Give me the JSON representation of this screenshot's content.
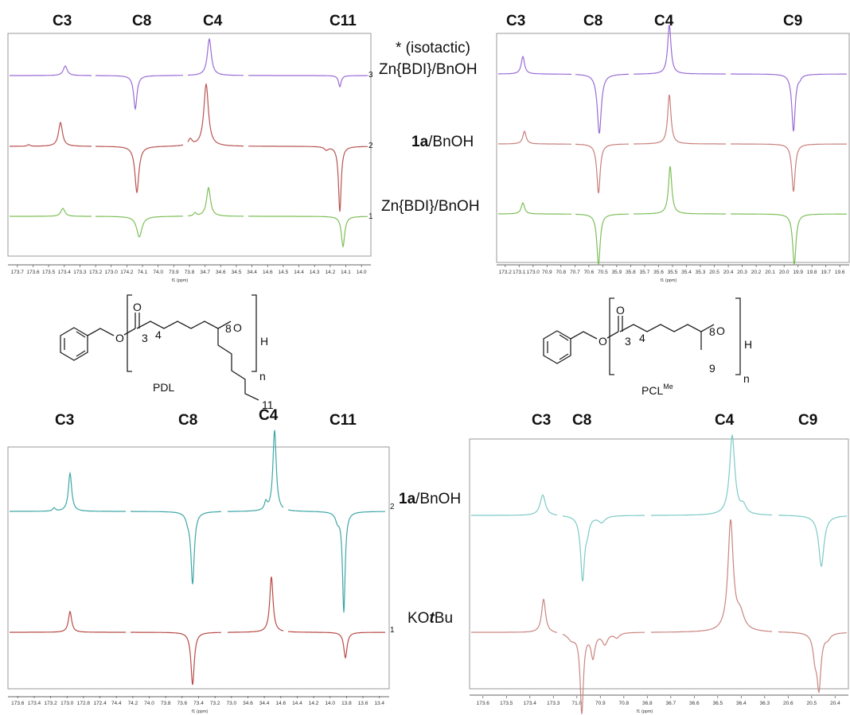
{
  "panels": [
    {
      "id": "tl",
      "headers": [
        "C3",
        "C8",
        "C4",
        "C11"
      ],
      "ticks": [
        "173.7",
        "173.6",
        "173.5",
        "173.4",
        "173.3",
        "173.2",
        "173.0",
        "174.2",
        "74.1",
        "74.0",
        "73.9",
        "73.8",
        "34.7",
        "34.6",
        "34.5",
        "34.4",
        "14.6",
        "14.5",
        "14.4",
        "14.3",
        "14.2",
        "14.1",
        "14.0"
      ],
      "unit": "f1 (ppm)",
      "spectra": [
        {
          "color": "#9b6cd6",
          "label_parts": [
            {
              "t": "* (isotactic)",
              "b": false
            }
          ],
          "label2_parts": [
            {
              "t": "Zn{BDI}/BnOH",
              "b": false
            }
          ],
          "trace_no": "3"
        },
        {
          "color": "#b95452",
          "label_parts": [
            {
              "t": "1a",
              "b": true
            },
            {
              "t": "/BnOH",
              "b": false
            }
          ],
          "trace_no": "2"
        },
        {
          "color": "#7fbf59",
          "label_parts": [
            {
              "t": "Zn{BDI}/BnOH",
              "b": false
            }
          ],
          "trace_no": "1"
        }
      ]
    },
    {
      "id": "tr",
      "headers": [
        "C3",
        "C8",
        "C4",
        "C9"
      ],
      "ticks": [
        "173.2",
        "173.1",
        "173.0",
        "70.9",
        "70.8",
        "70.7",
        "70.6",
        "70.5",
        "35.9",
        "35.8",
        "35.7",
        "35.6",
        "35.5",
        "35.4",
        "35.3",
        "20.5",
        "20.4",
        "20.3",
        "20.2",
        "20.1",
        "20.0",
        "19.9",
        "19.8",
        "19.7",
        "19.6"
      ],
      "unit": "f1 (ppm)",
      "spectra": [
        {
          "color": "#9b6cd6"
        },
        {
          "color": "#c8807c"
        },
        {
          "color": "#7fbf59"
        }
      ]
    },
    {
      "id": "bl",
      "headers": [
        "C3",
        "C8",
        "C4",
        "C11"
      ],
      "ticks": [
        "173.6",
        "173.4",
        "173.2",
        "173.0",
        "172.8",
        "172.4",
        "74.4",
        "74.2",
        "74.0",
        "73.8",
        "73.6",
        "73.4",
        "73.2",
        "73.0",
        "34.6",
        "34.4",
        "14.6",
        "14.4",
        "14.2",
        "14.0",
        "13.8",
        "13.6",
        "13.4"
      ],
      "unit": "f1 (ppm)",
      "spectra": [
        {
          "color": "#3fa6a6",
          "label_parts": [
            {
              "t": "1a",
              "b": true
            },
            {
              "t": "/BnOH",
              "b": false
            }
          ],
          "trace_no": "2"
        },
        {
          "color": "#b84b47",
          "label_parts": [
            {
              "t": "KO",
              "b": false
            },
            {
              "t": "t",
              "b": true,
              "i": true
            },
            {
              "t": "Bu",
              "b": false
            }
          ],
          "trace_no": "1"
        }
      ]
    },
    {
      "id": "br",
      "headers": [
        "C3",
        "C8",
        "C4",
        "C9"
      ],
      "ticks": [
        "173.6",
        "173.5",
        "173.4",
        "173.3",
        "71.0",
        "70.9",
        "70.8",
        "36.8",
        "36.7",
        "36.6",
        "36.5",
        "36.4",
        "36.3",
        "20.6",
        "20.5",
        "20.4"
      ],
      "unit": "f1 (ppm)",
      "spectra": [
        {
          "color": "#7ccbc6"
        },
        {
          "color": "#c98680"
        }
      ]
    }
  ],
  "structures": {
    "left": {
      "name": "PDL",
      "carbonyl_o": "O",
      "ester_o": "O",
      "hydroxyl_o": "O",
      "h": "H",
      "n": "n",
      "c3": "3",
      "c4": "4",
      "c8": "8",
      "c11": "11"
    },
    "right": {
      "name": "PCL",
      "name_sup": "Me",
      "carbonyl_o": "O",
      "ester_o": "O",
      "hydroxyl_o": "O",
      "h": "H",
      "n": "n",
      "c3": "3",
      "c4": "4",
      "c8": "8",
      "c9": "9"
    }
  }
}
